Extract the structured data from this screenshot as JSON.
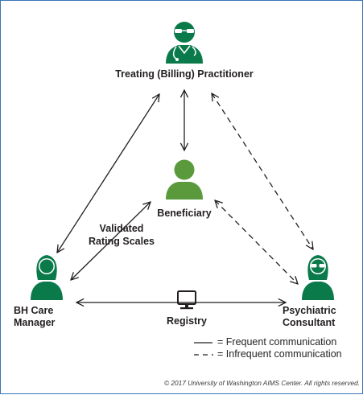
{
  "nodes": {
    "practitioner": {
      "label": "Treating (Billing) Practitioner"
    },
    "beneficiary": {
      "label": "Beneficiary"
    },
    "bh_manager": {
      "line1": "BH Care",
      "line2": "Manager"
    },
    "psychiatric": {
      "line1": "Psychiatric",
      "line2": "Consultant"
    },
    "registry": {
      "label": "Registry"
    }
  },
  "edge_labels": {
    "rating_scales_line1": "Validated",
    "rating_scales_line2": "Rating Scales"
  },
  "legend": {
    "frequent": "= Frequent communication",
    "infrequent": "= Infrequent communication"
  },
  "copyright": "© 2017 University of Washington AIMS Center. All rights reserved.",
  "colors": {
    "dark_green": "#0b7a4b",
    "light_green": "#5a9a3c",
    "border_blue": "#3b73b9",
    "line": "#231f20"
  }
}
